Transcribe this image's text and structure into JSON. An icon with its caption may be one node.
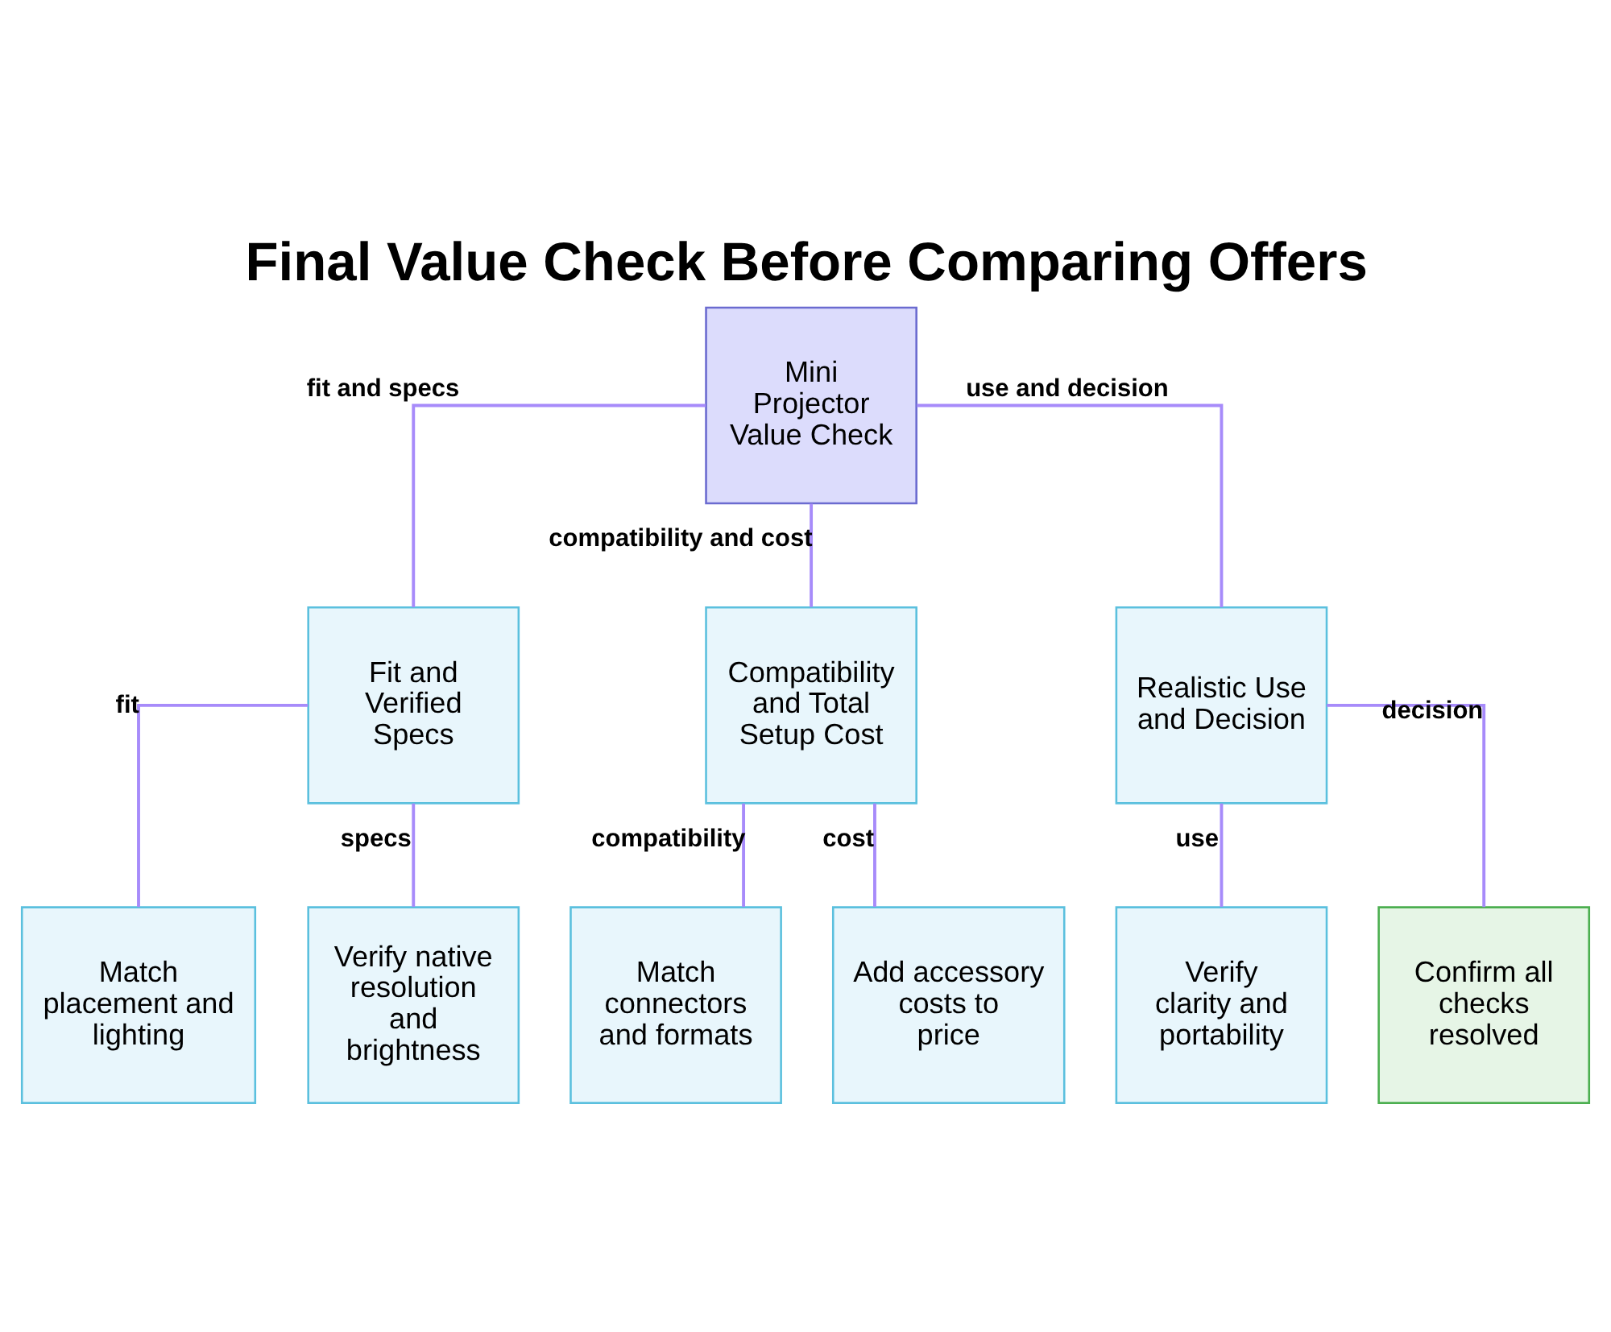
{
  "diagram": {
    "title": "Final Value Check Before Comparing Offers",
    "nodes": [
      {
        "text": [
          "Mini Projector Value Check"
        ]
      },
      {
        "text": [
          "Fit and Verified Specs"
        ]
      },
      {
        "text": [
          "Compatibility and Total Setup Cost"
        ]
      },
      {
        "text": [
          "Realistic Use and Decision"
        ]
      },
      {
        "text": [
          "Match placement and lighting"
        ]
      },
      {
        "text": [
          "Verify native resolution and brightness"
        ]
      },
      {
        "text": [
          "Match connectors and formats"
        ]
      },
      {
        "text": [
          "Add accessory costs to price"
        ]
      },
      {
        "text": [
          "Verify clarity and portability"
        ]
      },
      {
        "text": [
          "Confirm all checks resolved"
        ]
      }
    ],
    "edges": [
      {
        "from": 0,
        "to": 1,
        "arrow": "none",
        "label": "fit and specs"
      },
      {
        "from": 0,
        "to": 2,
        "arrow": "none",
        "label": "compatibility and cost"
      },
      {
        "from": 0,
        "to": 3,
        "arrow": "none",
        "label": "use and decision"
      },
      {
        "from": 1,
        "to": 4,
        "arrow": "none",
        "label": "fit"
      },
      {
        "from": 1,
        "to": 5,
        "arrow": "none",
        "label": "specs"
      },
      {
        "from": 2,
        "to": 6,
        "arrow": "none",
        "label": "compatibility"
      },
      {
        "from": 2,
        "to": 7,
        "arrow": "none",
        "label": "cost"
      },
      {
        "from": 3,
        "to": 8,
        "arrow": "none",
        "label": "use"
      },
      {
        "from": 3,
        "to": 9,
        "arrow": "none",
        "label": "decision"
      }
    ]
  }
}
